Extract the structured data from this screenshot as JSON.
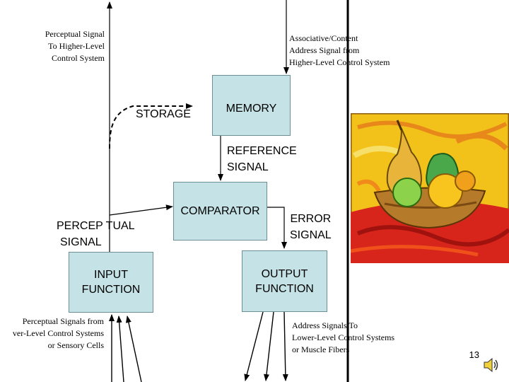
{
  "labels": {
    "perceptual_up": [
      "Perceptual Signal",
      "To Higher-Level",
      "Control System"
    ],
    "associative": [
      "Associative/Content",
      "Address Signal from",
      "Higher-Level Control System"
    ],
    "storage": "STORAGE",
    "memory": "MEMORY",
    "reference": [
      "REFERENCE",
      "SIGNAL"
    ],
    "comparator": "COMPARATOR",
    "perceptual_signal": [
      "PERCEP TUAL",
      "SIGNAL"
    ],
    "error_signal": [
      "ERROR",
      "SIGNAL"
    ],
    "input_function": [
      "INPUT",
      "FUNCTION"
    ],
    "output_function": [
      "OUTPUT",
      "FUNCTION"
    ],
    "perceptual_from_lower": [
      "Perceptual Signals from",
      "ver-Level Control Systems",
      "or Sensory Cells"
    ],
    "address_to_lower": [
      "Address Signals To",
      "Lower-Level Control Systems",
      "or Muscle Fibers"
    ]
  },
  "slide_number": "13",
  "colors": {
    "box_fill": "#c5e3e6",
    "box_border": "#6b8f93",
    "line": "#000000"
  },
  "icons": {
    "painting": "pears-still-life-clipart",
    "sound": "speaker-icon"
  }
}
